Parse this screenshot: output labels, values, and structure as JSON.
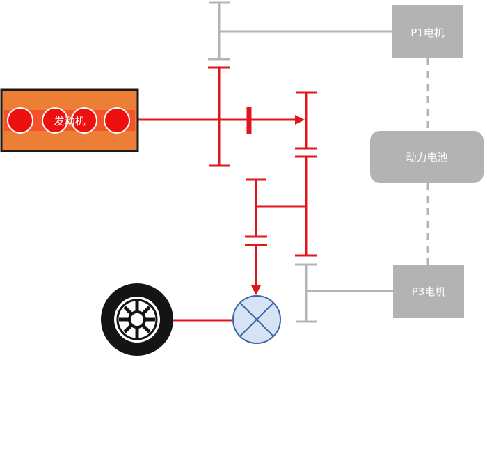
{
  "labels": {
    "engine": "发动机",
    "p1_motor": "P1电机",
    "battery": "动力电池",
    "p3_motor": "P3电机"
  },
  "colors": {
    "power_flow": "#e2141c",
    "inactive": "#b4b4b4",
    "component_box": "#b3b3b3",
    "engine_fill": "#ec7f35",
    "engine_band": "#f2532b",
    "cylinder": "#ee0f0f",
    "differential_fill": "#d5e3f5",
    "differential_stroke": "#3b63a8",
    "tire": "#141414"
  }
}
